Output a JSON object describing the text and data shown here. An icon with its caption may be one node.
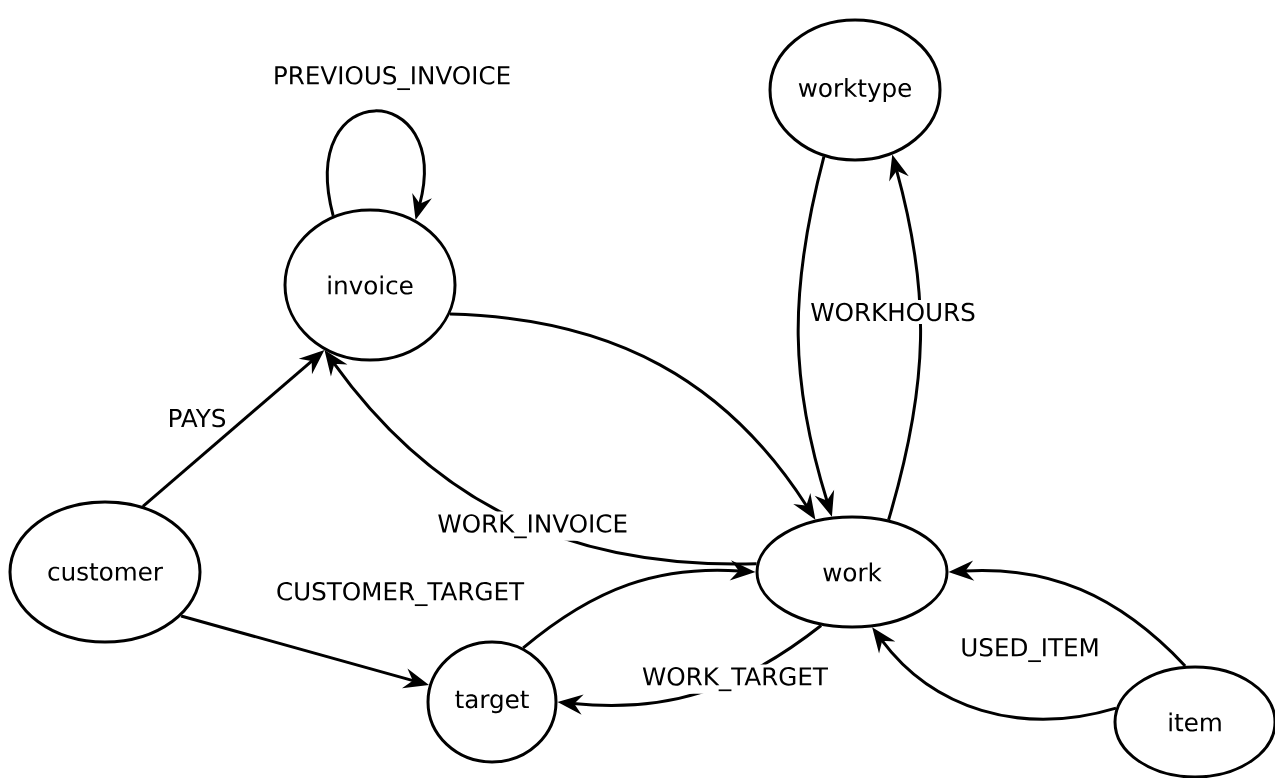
{
  "diagram": {
    "nodes": [
      {
        "text": [
          "invoice"
        ]
      },
      {
        "text": [
          "worktype"
        ]
      },
      {
        "text": [
          "customer"
        ]
      },
      {
        "text": [
          "work"
        ]
      },
      {
        "text": [
          "target"
        ]
      },
      {
        "text": [
          "item"
        ]
      }
    ],
    "edges": [
      {
        "from": 0,
        "to": 0,
        "arrow": "to",
        "label": "PREVIOUS_INVOICE"
      },
      {
        "from": 2,
        "to": 0,
        "arrow": "to",
        "label": "PAYS"
      },
      {
        "from": 0,
        "to": 3,
        "arrow": "to"
      },
      {
        "from": 3,
        "to": 0,
        "arrow": "to",
        "label": "WORK_INVOICE"
      },
      {
        "from": 1,
        "to": 3,
        "arrow": "to",
        "label": "WORKHOURS"
      },
      {
        "from": 3,
        "to": 1,
        "arrow": "to"
      },
      {
        "from": 2,
        "to": 4,
        "arrow": "to",
        "label": "CUSTOMER_TARGET"
      },
      {
        "from": 4,
        "to": 3,
        "arrow": "to"
      },
      {
        "from": 3,
        "to": 4,
        "arrow": "to",
        "label": "WORK_TARGET"
      },
      {
        "from": 5,
        "to": 3,
        "arrow": "to",
        "label": "USED_ITEM"
      },
      {
        "from": 5,
        "to": 3,
        "arrow": "to"
      }
    ]
  }
}
